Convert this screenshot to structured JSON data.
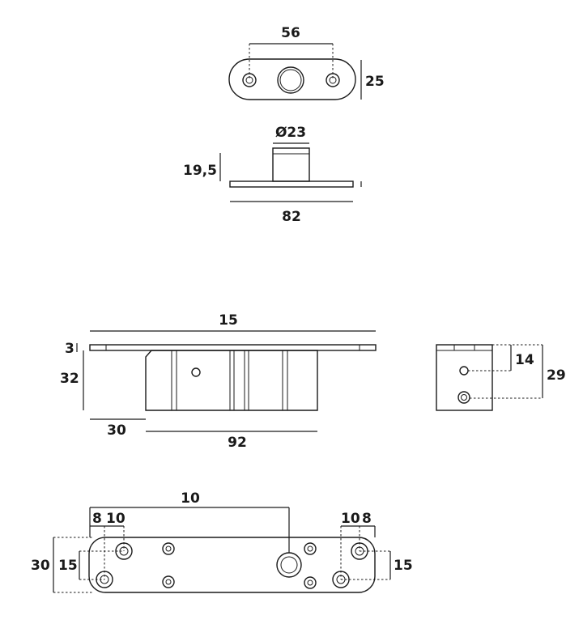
{
  "drawing": {
    "top_view": {
      "dim_width": "56",
      "dim_height": "25"
    },
    "side_view": {
      "dim_diameter": "Ø23",
      "dim_height": "19,5",
      "dim_length": "82"
    },
    "front_view": {
      "dim_overall": "15",
      "dim_plate": "3",
      "dim_body_height": "32",
      "dim_offset": "30",
      "dim_body_length": "92"
    },
    "end_view": {
      "dim_upper": "14",
      "dim_total": "29"
    },
    "bottom_view": {
      "dim_center": "10",
      "dim_left_8": "8",
      "dim_left_10": "10",
      "dim_right_10": "10",
      "dim_right_8": "8",
      "dim_height_30": "30",
      "dim_left_15": "15",
      "dim_right_15": "15"
    }
  }
}
